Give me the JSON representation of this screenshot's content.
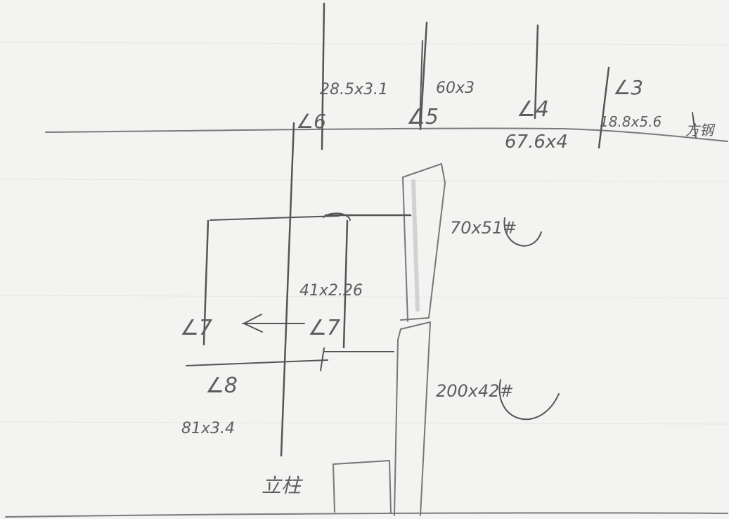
{
  "colors": {
    "paper": "#f3f3f2",
    "pencil": "#5a5a5a",
    "pencil_light": "#8a8a8a"
  },
  "labels": {
    "l6": "∠6",
    "l6_size": "28.5x3.1",
    "l5": "∠5",
    "l5_size": "60x3",
    "l4": "∠4",
    "l4_size": "67.6x4",
    "l3": "∠3",
    "l3_size": "18.8x5.6",
    "corner_note": "方钢",
    "tube1": "70x51#",
    "tube2": "200x42#",
    "l7_left": "∠7",
    "l7_right": "∠7",
    "l7_size": "41x2.26",
    "l8": "∠8",
    "l8_size": "81x3.4",
    "bottom_note": "立柱"
  }
}
